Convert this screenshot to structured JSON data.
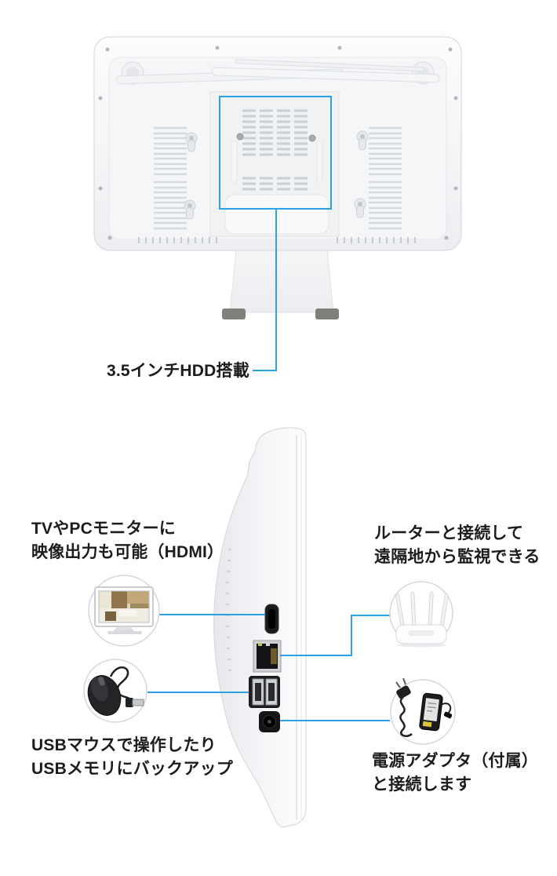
{
  "colors": {
    "accent": "#2ba0e3",
    "text": "#1c1c1c"
  },
  "callouts": {
    "hdd": {
      "label": "3.5インチHDD搭載"
    },
    "hdmi": {
      "line1": "TVやPCモニターに",
      "line2": "映像出力も可能（HDMI）",
      "icon": "tv-monitor-icon"
    },
    "router": {
      "line1": "ルーターと接続して",
      "line2": "遠隔地から監視できる",
      "icon": "wifi-router-icon"
    },
    "usb": {
      "line1": "USBマウスで操作したり",
      "line2": "USBメモリにバックアップ",
      "icon": "usb-mouse-icon"
    },
    "power": {
      "line1": "電源アダプタ（付属）",
      "line2": "と接続します",
      "icon": "power-adapter-icon"
    }
  }
}
